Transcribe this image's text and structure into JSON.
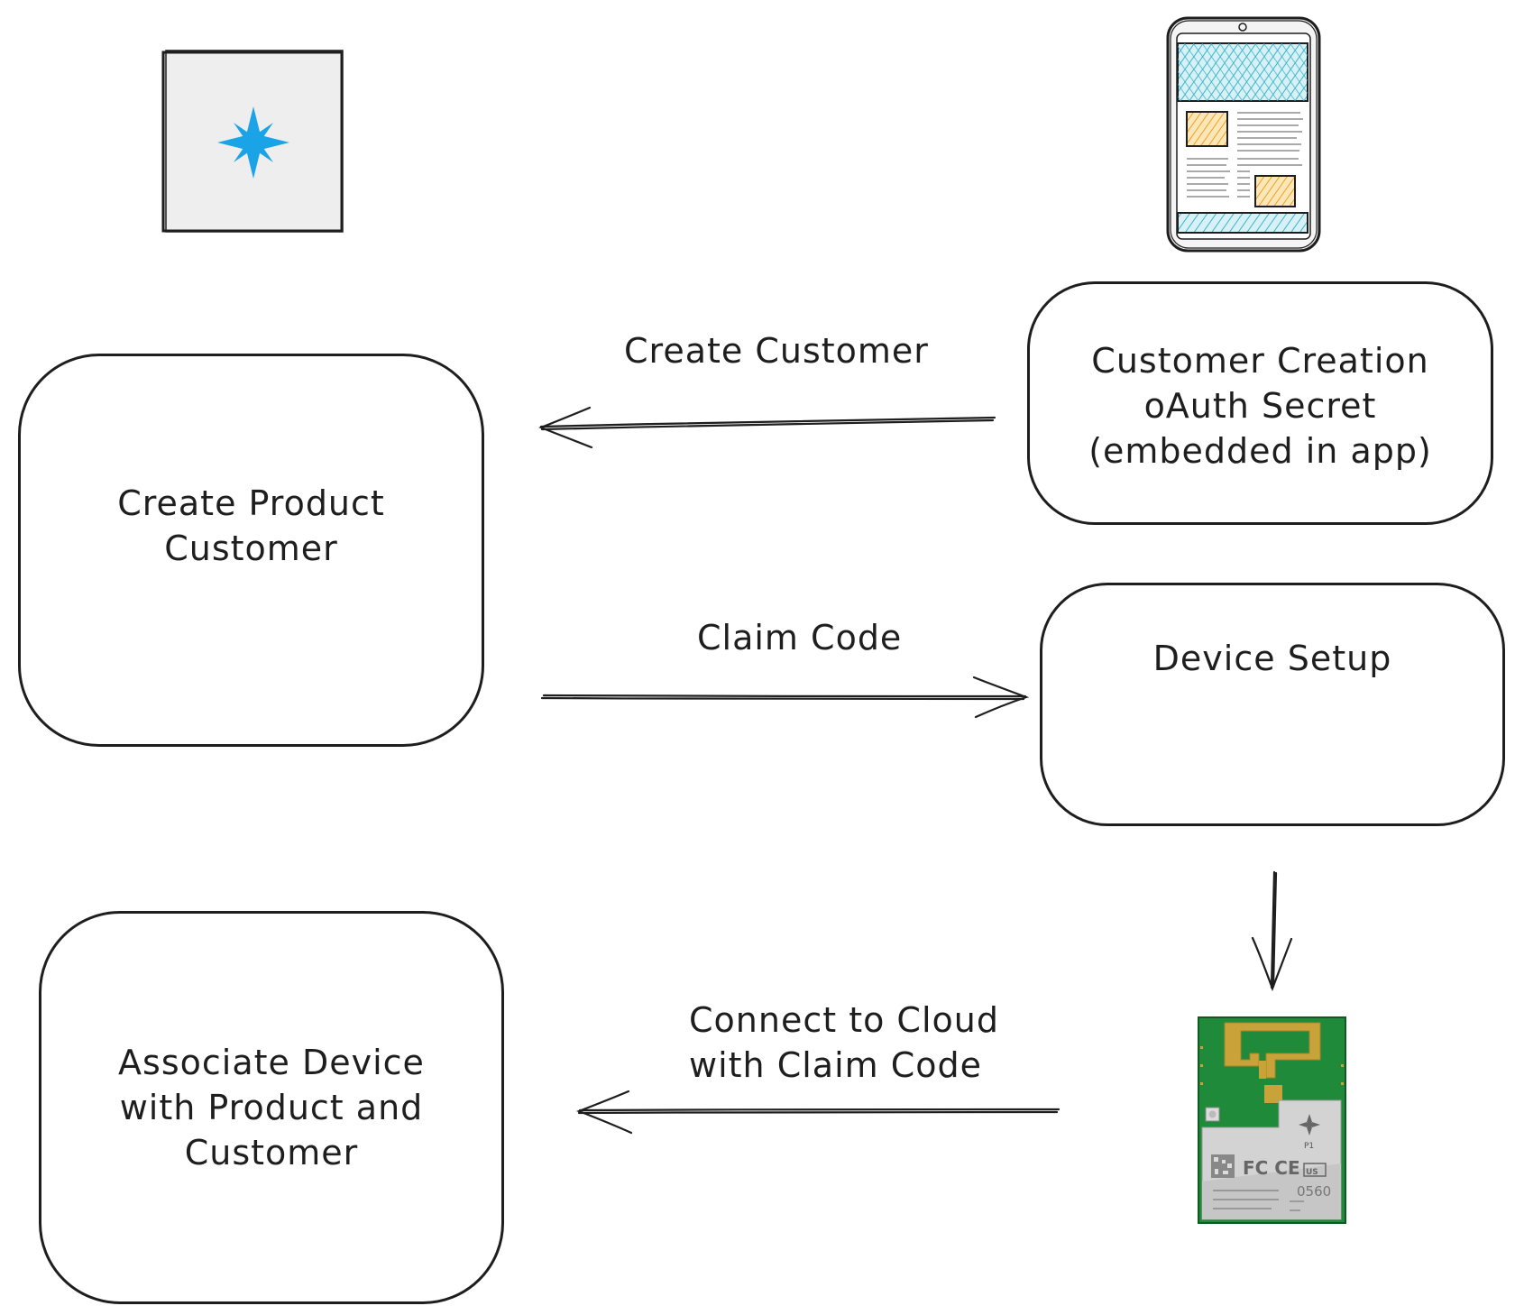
{
  "nodes": {
    "create_product_customer": "Create Product\nCustomer",
    "customer_creation_secret": "Customer Creation\noAuth Secret\n(embedded in app)",
    "device_setup": "Device Setup",
    "associate_device": "Associate Device\nwith Product and\nCustomer"
  },
  "edges": {
    "create_customer": "Create Customer",
    "claim_code": "Claim Code",
    "connect_to_cloud": "Connect to Cloud\nwith Claim Code"
  },
  "module": {
    "model": "P1",
    "code": "0560",
    "marks": "FC CE"
  },
  "colors": {
    "stroke": "#1e1e1e",
    "logo_blue": "#1ba3e8",
    "app_header": "#5fc8d8",
    "app_image": "#f3b53a",
    "module_green": "#1f8a3a",
    "antenna_gold": "#c9a23a",
    "shield_gray": "#cfcfcf"
  },
  "icons": [
    "particle-logo-icon",
    "phone-app-icon",
    "wifi-module-icon"
  ]
}
